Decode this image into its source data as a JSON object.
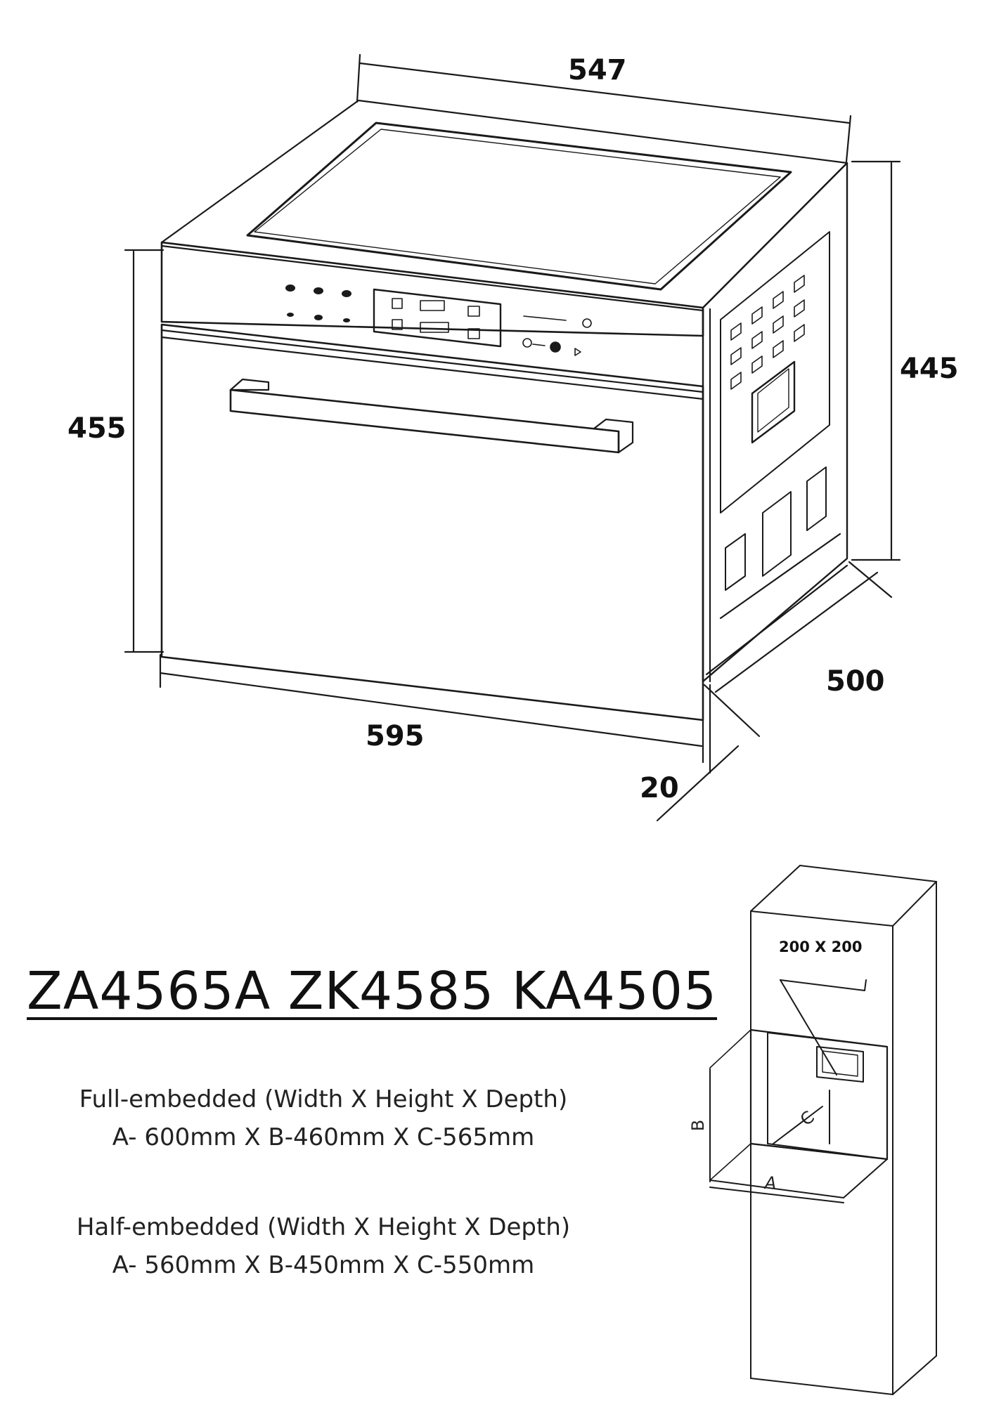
{
  "dimensions": {
    "top_width": "547",
    "front_height": "455",
    "side_height": "445",
    "front_width": "595",
    "depth": "500",
    "panel_offset": "20"
  },
  "model": {
    "title": "ZA4565A ZK4585 KA4505"
  },
  "specs": {
    "full_title": "Full-embedded (Width X Height X Depth)",
    "full_values": "A- 600mm X B-460mm X C-565mm",
    "half_title": "Half-embedded (Width X Height X Depth)",
    "half_values": "A- 560mm X B-450mm X C-550mm"
  },
  "cabinet": {
    "vent_label": "200 X 200",
    "letter_a": "A",
    "letter_b": "B",
    "letter_c": "C"
  }
}
